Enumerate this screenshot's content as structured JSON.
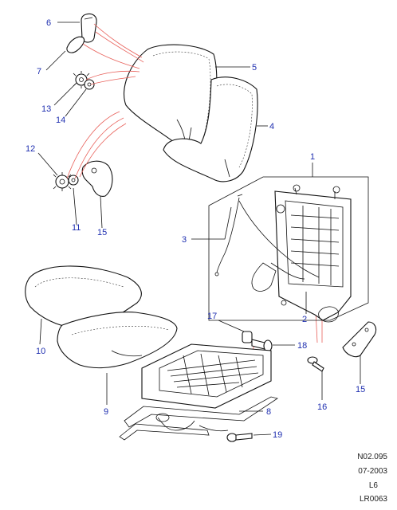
{
  "callouts": [
    "1",
    "2",
    "3",
    "4",
    "5",
    "6",
    "7",
    "8",
    "9",
    "10",
    "11",
    "12",
    "13",
    "14",
    "15",
    "15",
    "16",
    "17",
    "18",
    "19"
  ],
  "footer": {
    "code": "N02.095",
    "date": "07-2003",
    "model": "L6",
    "ref": "LR0063"
  },
  "colors": {
    "callout": "#1f2fb0",
    "leader_red": "#e8605a",
    "line": "#111111"
  }
}
